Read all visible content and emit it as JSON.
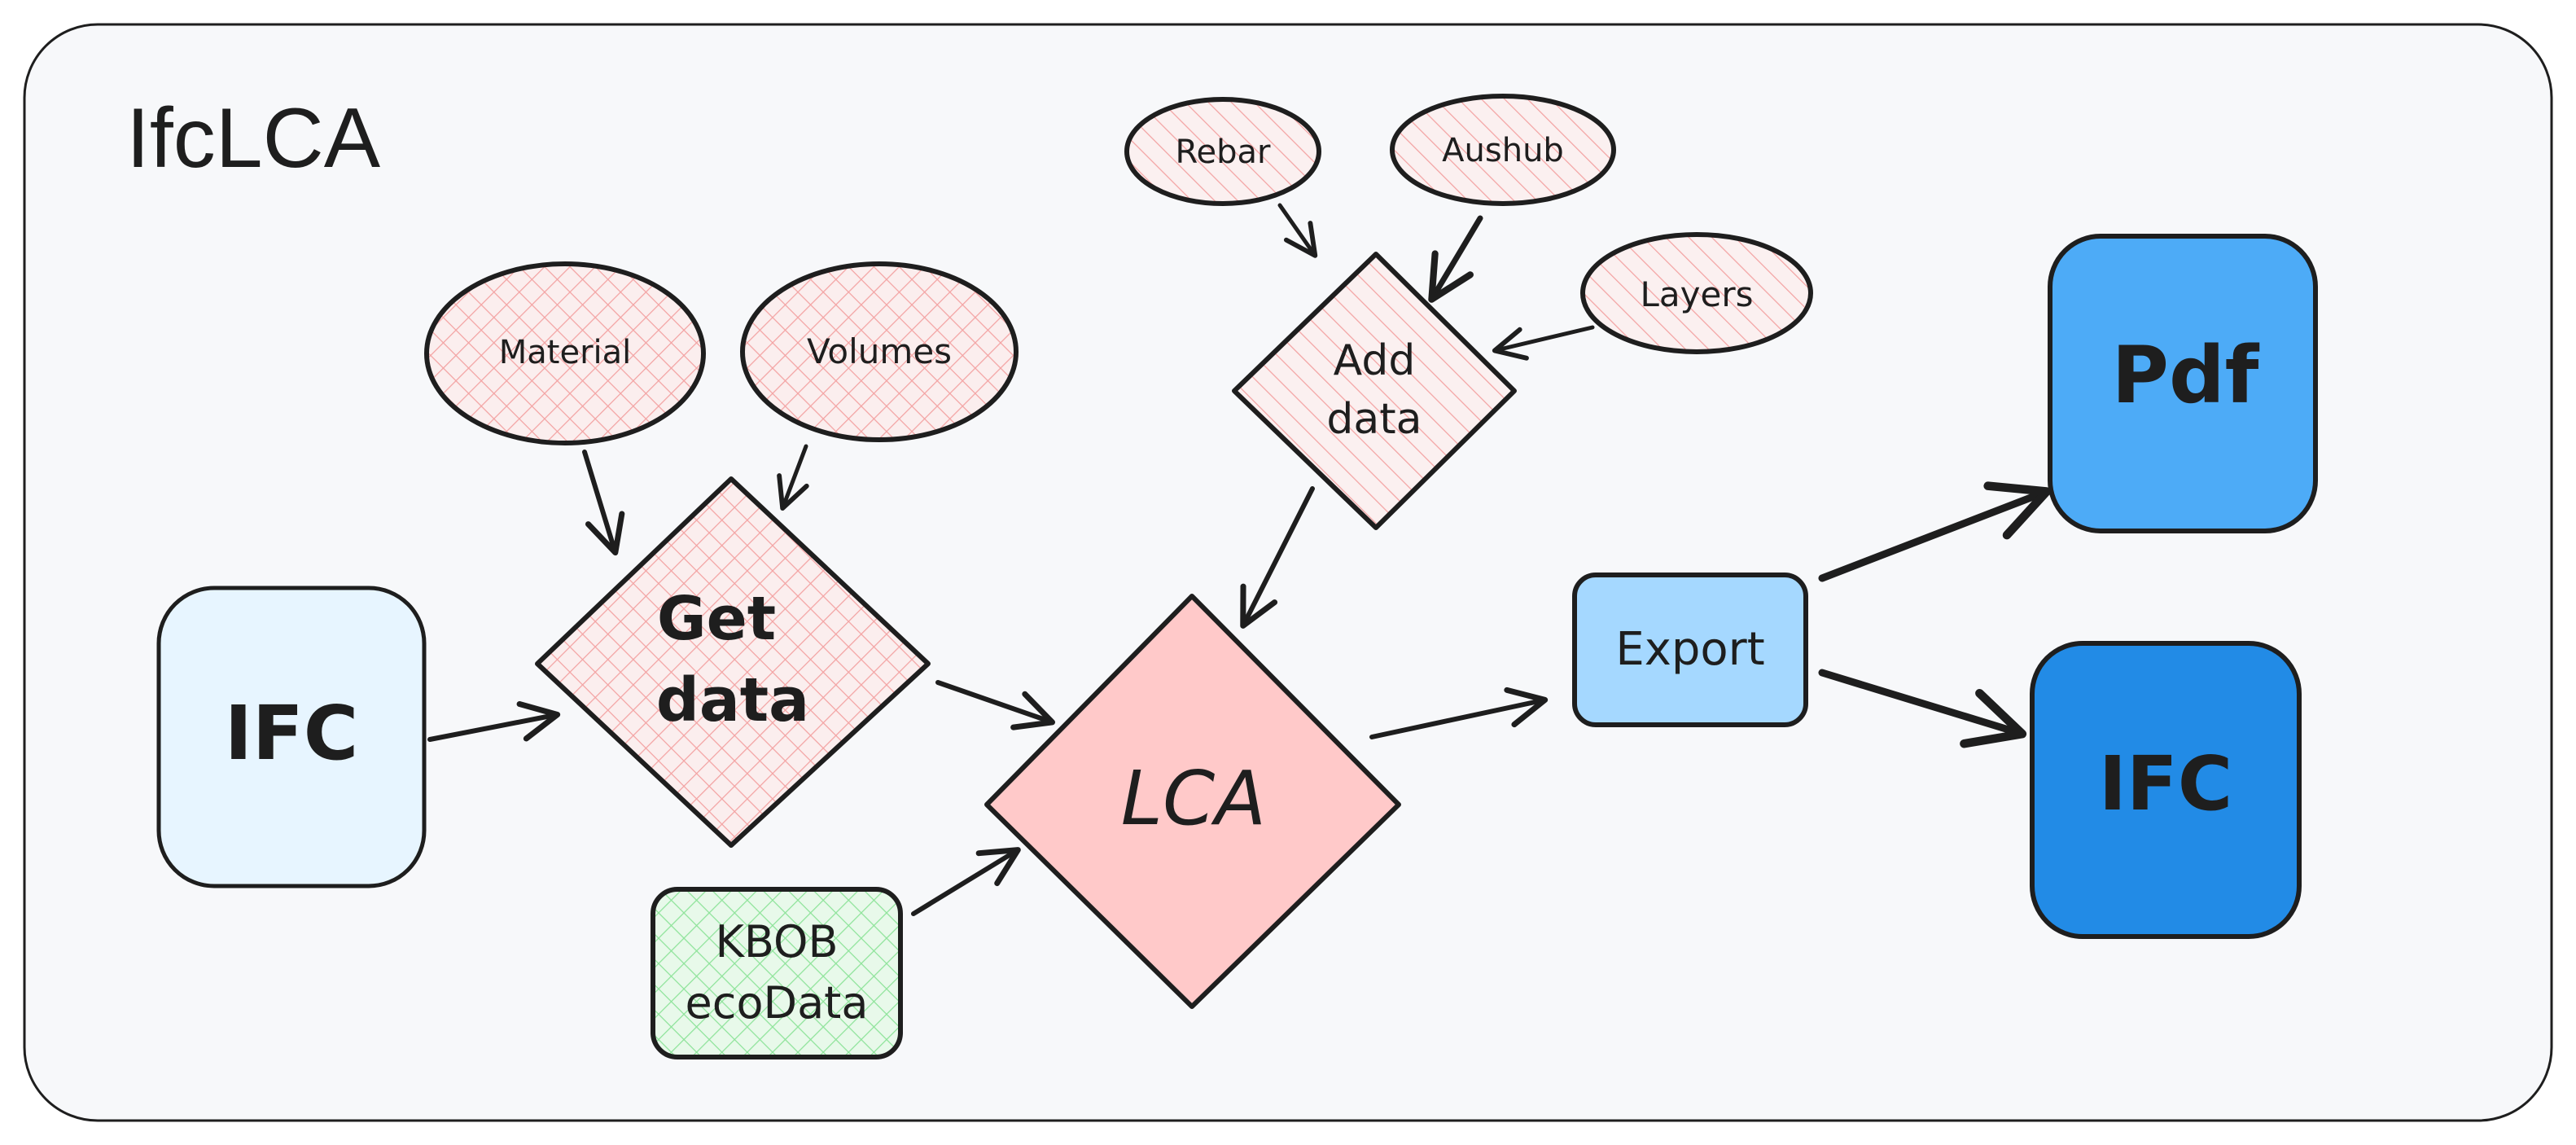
{
  "title": "IfcLCA",
  "nodes": {
    "ifc_input": {
      "label": "IFC",
      "fill": "#e7f5ff",
      "shape": "rounded-rect"
    },
    "get_data": {
      "label_lines": [
        "Get",
        "data"
      ],
      "fill": "#ffc9c9",
      "hatch": "cross-hatch",
      "shape": "diamond"
    },
    "material": {
      "label": "Material",
      "fill": "#ffc9c9",
      "hatch": "cross-hatch",
      "shape": "ellipse"
    },
    "volumes": {
      "label": "Volumes",
      "fill": "#ffc9c9",
      "hatch": "cross-hatch",
      "shape": "ellipse"
    },
    "kbob": {
      "label_lines": [
        "KBOB",
        "ecoData"
      ],
      "fill": "#b2f2bb",
      "hatch": "cross-hatch",
      "shape": "rounded-rect"
    },
    "lca": {
      "label": "LCA",
      "fill": "#ffc9c9",
      "shape": "diamond"
    },
    "add_data": {
      "label_lines": [
        "Add",
        "data"
      ],
      "fill": "#ffc9c9",
      "hatch": "diagonal",
      "shape": "diamond"
    },
    "rebar": {
      "label": "Rebar",
      "fill": "#ffc9c9",
      "hatch": "diagonal",
      "shape": "ellipse"
    },
    "aushub": {
      "label": "Aushub",
      "fill": "#ffc9c9",
      "hatch": "diagonal",
      "shape": "ellipse"
    },
    "layers": {
      "label": "Layers",
      "fill": "#ffc9c9",
      "hatch": "diagonal",
      "shape": "ellipse"
    },
    "export": {
      "label": "Export",
      "fill": "#a5d8ff",
      "shape": "rounded-rect"
    },
    "pdf_output": {
      "label": "Pdf",
      "fill": "#4dabf7",
      "shape": "rounded-rect"
    },
    "ifc_output": {
      "label": "IFC",
      "fill": "#228be6",
      "shape": "rounded-rect"
    }
  },
  "edges": [
    {
      "from": "IFC",
      "to": "Get data"
    },
    {
      "from": "Material",
      "to": "Get data"
    },
    {
      "from": "Volumes",
      "to": "Get data"
    },
    {
      "from": "Get data",
      "to": "LCA"
    },
    {
      "from": "KBOB ecoData",
      "to": "LCA"
    },
    {
      "from": "Add data",
      "to": "LCA"
    },
    {
      "from": "Rebar",
      "to": "Add data"
    },
    {
      "from": "Aushub",
      "to": "Add data"
    },
    {
      "from": "Layers",
      "to": "Add data"
    },
    {
      "from": "LCA",
      "to": "Export"
    },
    {
      "from": "Export",
      "to": "Pdf"
    },
    {
      "from": "Export",
      "to": "IFC"
    }
  ],
  "colors": {
    "stroke": "#1e1e1e",
    "frame_bg": "#f7f8fa"
  }
}
